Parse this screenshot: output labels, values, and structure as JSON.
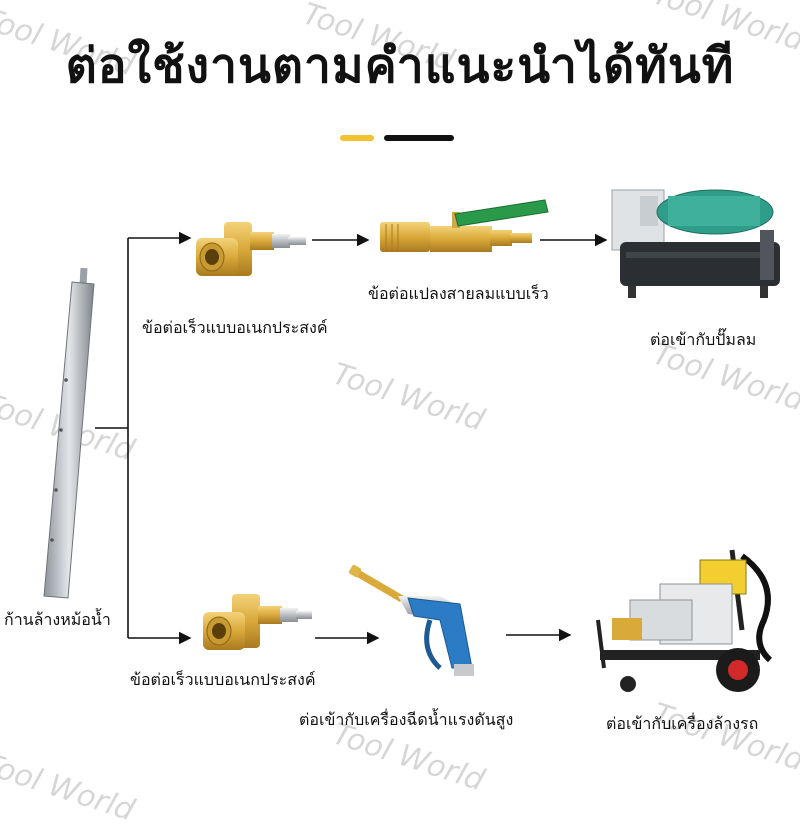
{
  "title": "ต่อใช้งานตามคำแนะนำได้ทันที",
  "watermark": "Tool World",
  "accent_colors": {
    "dash_left": "#f2c230",
    "dash_right": "#111111",
    "brass": "#d9a93a",
    "gun_blue": "#2b7cc4",
    "compressor_green": "#2e9e8a",
    "washer_red": "#d22a2a"
  },
  "items": {
    "wand": "ก้านล้างหม้อน้ำ",
    "coupler_top": "ข้อต่อเร็วแบบอเนกประสงค์",
    "converter": "ข้อต่อแปลงสายลมแบบเร็ว",
    "compressor": "ต่อเข้ากับปั๊มลม",
    "coupler_bottom": "ข้อต่อเร็วแบบอเนกประสงค์",
    "spray_gun": "ต่อเข้ากับเครื่องฉีดน้ำแรงดันสูง",
    "washer": "ต่อเข้ากับเครื่องล้างรถ"
  }
}
